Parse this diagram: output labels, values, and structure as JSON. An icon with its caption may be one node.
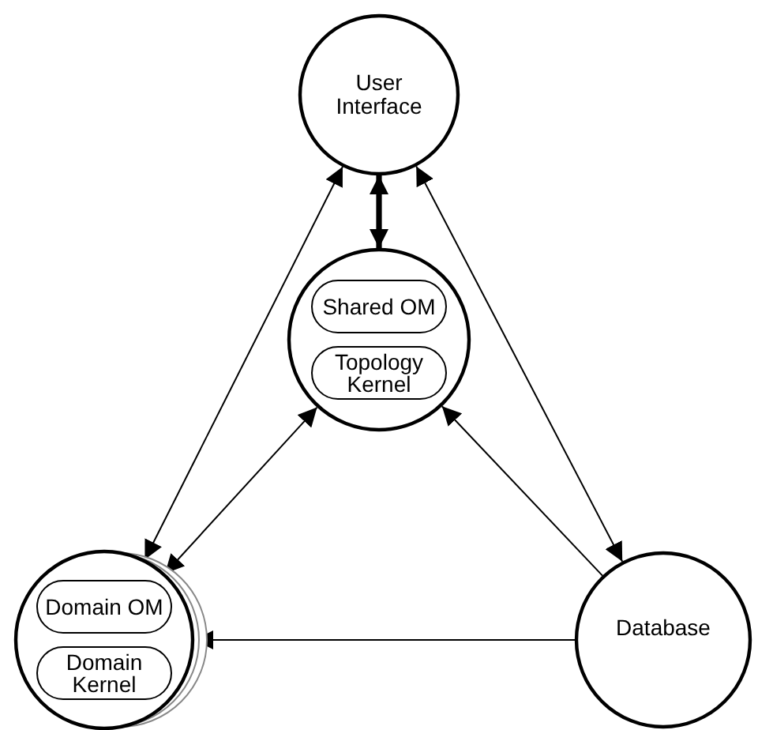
{
  "diagram": {
    "nodes": [
      {
        "text": [
          "User Interface"
        ]
      },
      {
        "text": [],
        "shape": "circle"
      },
      {
        "text": [
          "Shared OM"
        ],
        "in": 1
      },
      {
        "text": [
          "Topology Kernel"
        ],
        "in": 1
      },
      {
        "text": [],
        "shape": "circle"
      },
      {
        "text": [
          "Domain OM"
        ],
        "in": 4
      },
      {
        "text": [
          "Domain Kernel"
        ],
        "in": 4
      },
      {
        "text": [
          "Database"
        ]
      }
    ],
    "edges": [
      {
        "from": 0,
        "to": 4,
        "arrow": "both"
      },
      {
        "from": 0,
        "to": 7,
        "arrow": "both"
      },
      {
        "from": 0,
        "to": 1,
        "arrow": "both",
        "style": "thick"
      },
      {
        "from": 1,
        "to": 4,
        "arrow": "both"
      },
      {
        "from": 7,
        "to": 1,
        "arrow": "to"
      },
      {
        "from": 7,
        "to": 4,
        "arrow": "to"
      }
    ]
  }
}
